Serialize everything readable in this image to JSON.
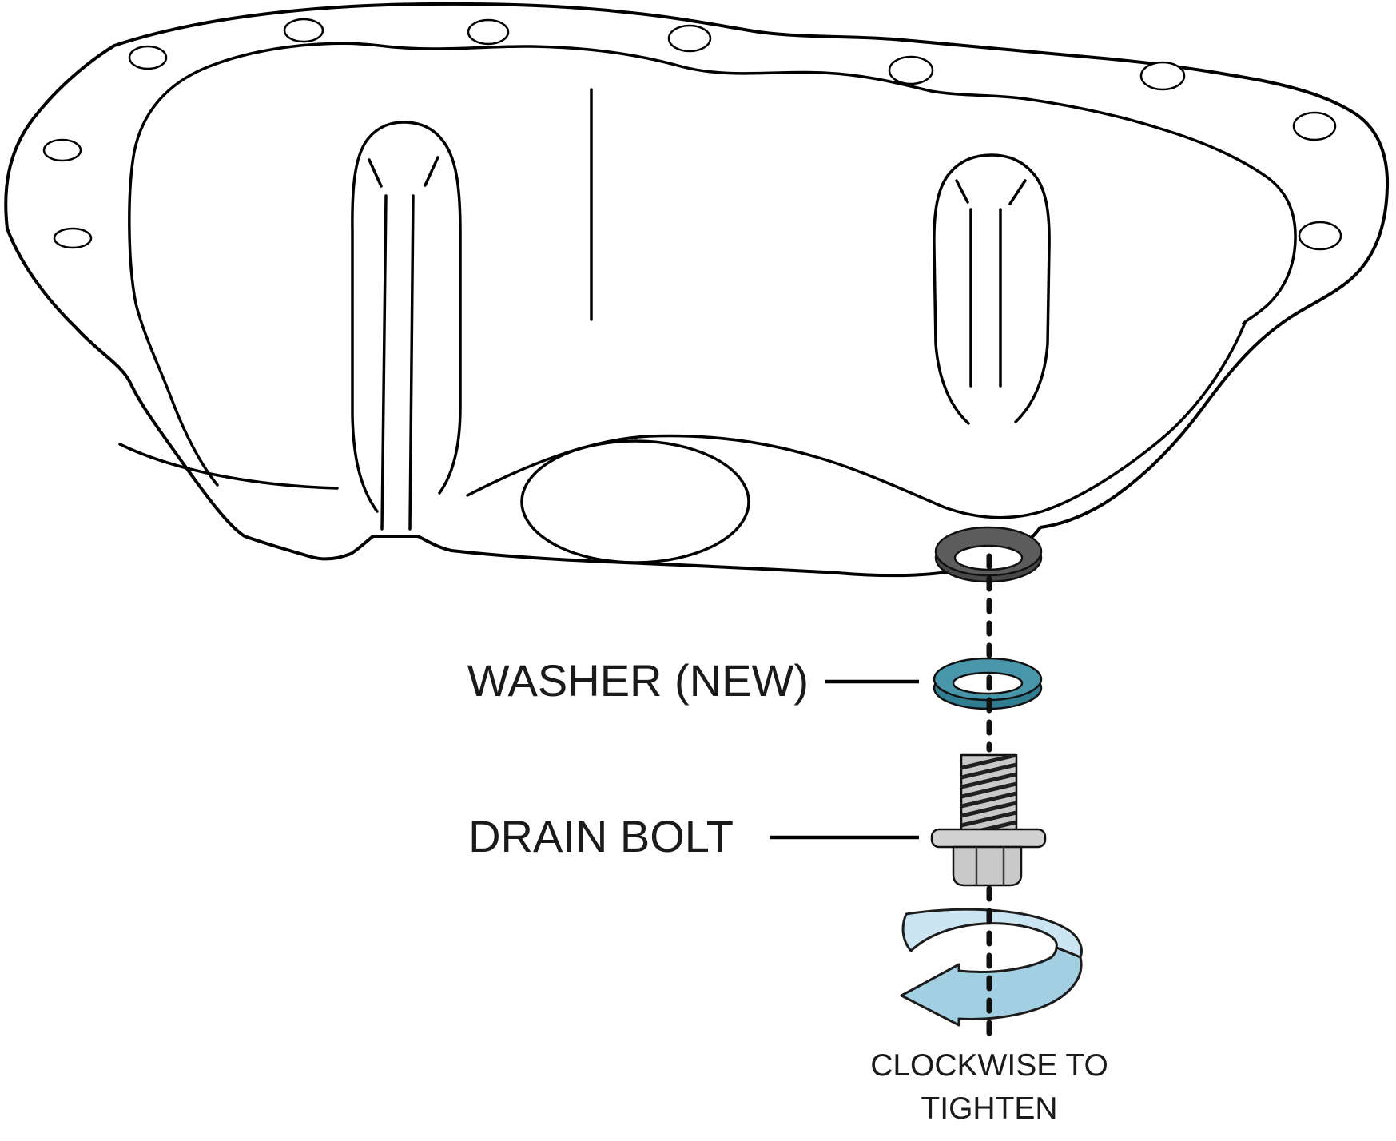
{
  "diagram": {
    "type": "exploded-parts-diagram",
    "subject": "Engine oil pan underside with drain bolt assembly",
    "labels": {
      "washer": "WASHER (NEW)",
      "drain_bolt": "DRAIN BOLT",
      "rotation_line1": "CLOCKWISE TO",
      "rotation_line2": "TIGHTEN"
    },
    "colors": {
      "background": "#ffffff",
      "pan_body": "#d8d8d8",
      "outline": "#000000",
      "drain_boss_top": "#5c5c5c",
      "drain_boss_side": "#484848",
      "washer_top": "#4796a9",
      "washer_side": "#2e7d91",
      "bolt_body": "#c9c9c9",
      "bolt_flange": "#d2d2d2",
      "arrow_light": "#cbe5f2",
      "arrow_dark": "#a3cfe2",
      "text": "#1a1a1a"
    },
    "parts": [
      "oil pan",
      "drain plug washer (new)",
      "drain bolt",
      "clockwise rotation arrow"
    ]
  }
}
